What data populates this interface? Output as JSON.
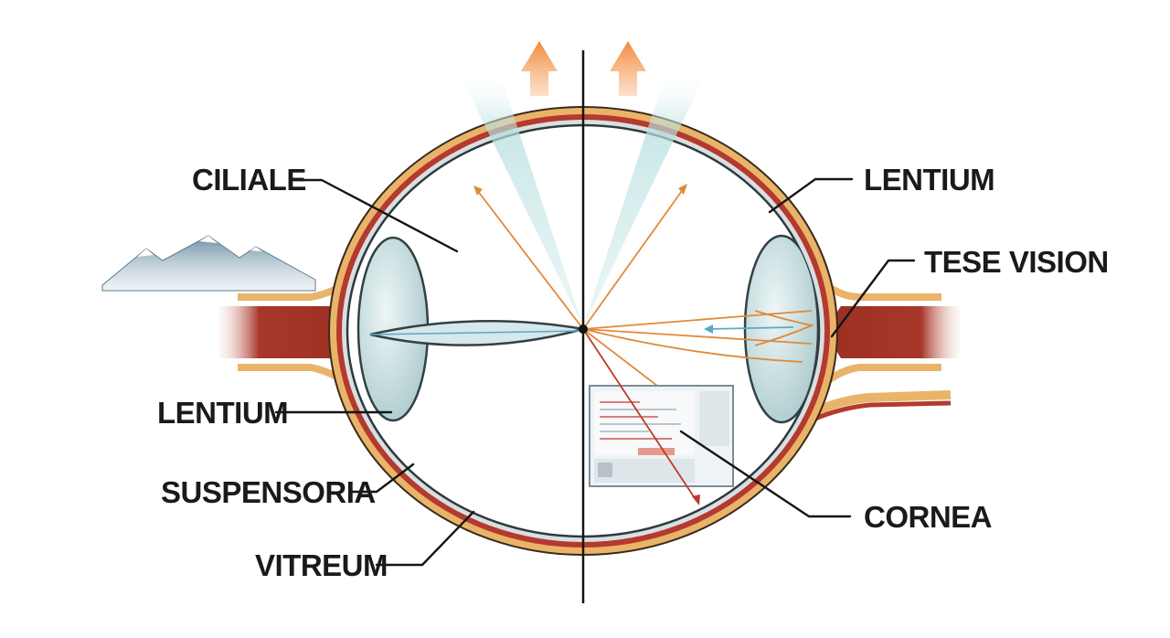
{
  "labels": {
    "ciliale": "CILIALE",
    "lentium_left": "LENTIUM",
    "suspensoria": "SUSPENSORIA",
    "vitreum": "VITREUM",
    "lentium_right": "LENTIUM",
    "tese_vision": "TESE VISION",
    "cornea": "CORNEA"
  },
  "colors": {
    "sclera_outer": "#e9b46a",
    "choroid": "#b43a2e",
    "retina": "#c9d3d6",
    "muscle": "#a83a2a",
    "lens": "#cfe3e5",
    "light_beam": "#a9d8d8",
    "arrow_orange": "#f0883a",
    "arrow_blue": "#5aa8c8",
    "arrow_red": "#c0392b",
    "mountain": "#8aa6b8"
  },
  "icons": [
    "mountain-icon",
    "up-arrow-icon",
    "screen-icon"
  ]
}
